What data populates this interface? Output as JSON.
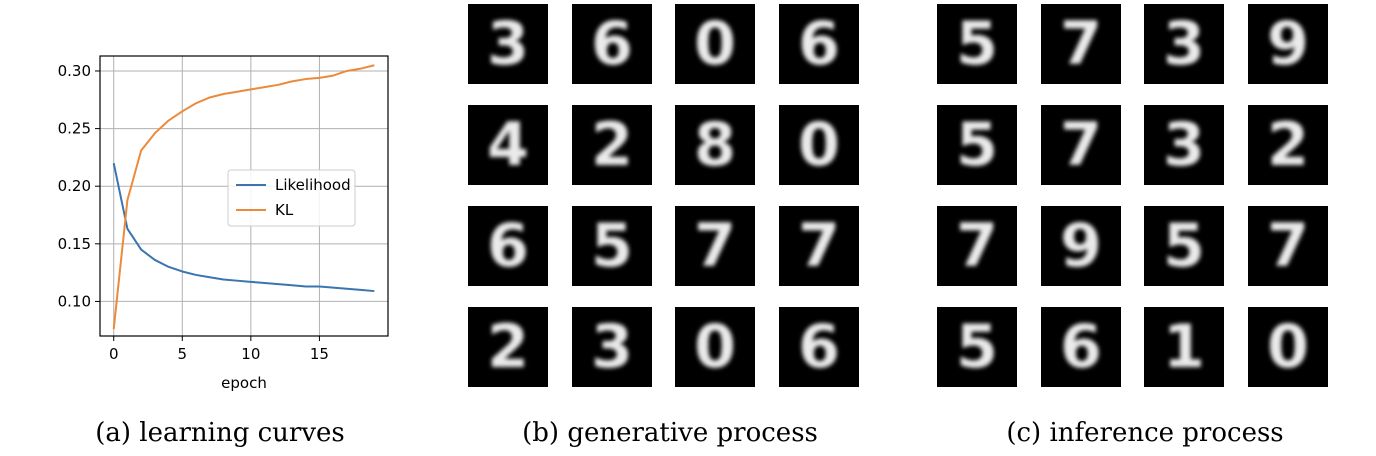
{
  "chart_data": {
    "type": "line",
    "xlabel": "epoch",
    "xlim": [
      -1.0,
      20.0
    ],
    "ylim": [
      0.07,
      0.313
    ],
    "xticks": [
      0,
      5,
      10,
      15
    ],
    "yticks": [
      0.1,
      0.15,
      0.2,
      0.25,
      0.3
    ],
    "ytick_labels": [
      "0.10",
      "0.15",
      "0.20",
      "0.25",
      "0.30"
    ],
    "grid": true,
    "legend_position": "center-right",
    "series": [
      {
        "name": "Likelihood",
        "color": "#3a75b0",
        "x": [
          0,
          1,
          2,
          3,
          4,
          5,
          6,
          7,
          8,
          9,
          10,
          11,
          12,
          13,
          14,
          15,
          16,
          17,
          18,
          19
        ],
        "values": [
          0.22,
          0.163,
          0.145,
          0.136,
          0.13,
          0.126,
          0.123,
          0.121,
          0.119,
          0.118,
          0.117,
          0.116,
          0.115,
          0.114,
          0.113,
          0.113,
          0.112,
          0.111,
          0.11,
          0.109
        ]
      },
      {
        "name": "KL",
        "color": "#ec8a3a",
        "x": [
          0,
          1,
          2,
          3,
          4,
          5,
          6,
          7,
          8,
          9,
          10,
          11,
          12,
          13,
          14,
          15,
          16,
          17,
          18,
          19
        ],
        "values": [
          0.076,
          0.188,
          0.231,
          0.246,
          0.257,
          0.265,
          0.272,
          0.277,
          0.28,
          0.282,
          0.284,
          0.286,
          0.288,
          0.291,
          0.293,
          0.294,
          0.296,
          0.3,
          0.302,
          0.305
        ]
      }
    ]
  },
  "captions": {
    "a": "(a)  learning curves",
    "b": "(b)  generative process",
    "c": "(c)  inference process"
  },
  "generative_digits": [
    [
      "3",
      "6",
      "0",
      "6"
    ],
    [
      "4",
      "2",
      "8",
      "0"
    ],
    [
      "6",
      "5",
      "7",
      "7"
    ],
    [
      "2",
      "3",
      "0",
      "6"
    ]
  ],
  "inference_digits": [
    [
      "5",
      "7",
      "3",
      "9"
    ],
    [
      "5",
      "7",
      "3",
      "2"
    ],
    [
      "7",
      "9",
      "5",
      "7"
    ],
    [
      "5",
      "6",
      "1",
      "0"
    ]
  ]
}
